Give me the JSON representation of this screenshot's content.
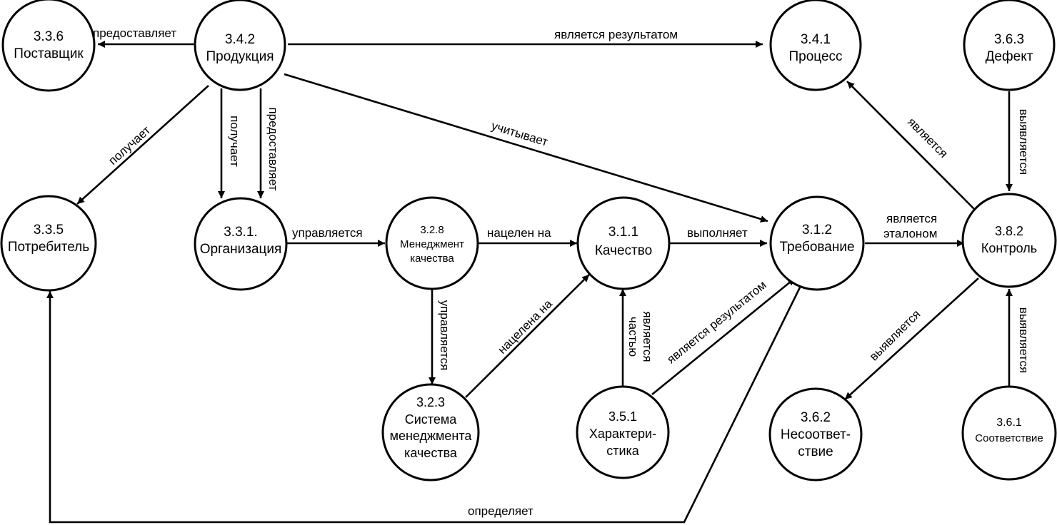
{
  "nodes": {
    "n336": {
      "id": "3.3.6",
      "name": "Поставщик"
    },
    "n342": {
      "id": "3.4.2",
      "name": "Продукция"
    },
    "n341": {
      "id": "3.4.1",
      "name": "Процесс"
    },
    "n363": {
      "id": "3.6.3",
      "name": "Дефект"
    },
    "n335": {
      "id": "3.3.5",
      "name": "Потребитель"
    },
    "n331": {
      "id": "3.3.1.",
      "name": "Организация"
    },
    "n328": {
      "id": "3.2.8",
      "name_line1": "Менеджмент",
      "name_line2": "качества"
    },
    "n311": {
      "id": "3.1.1",
      "name": "Качество"
    },
    "n312": {
      "id": "3.1.2",
      "name": "Требование"
    },
    "n382": {
      "id": "3.8.2",
      "name": "Контроль"
    },
    "n323": {
      "id": "3.2.3",
      "name_line1": "Система",
      "name_line2": "менеджмента",
      "name_line3": "качества"
    },
    "n351": {
      "id": "3.5.1",
      "name_line1": "Характери-",
      "name_line2": "стика"
    },
    "n362": {
      "id": "3.6.2",
      "name_line1": "Несоответ-",
      "name_line2": "ствие"
    },
    "n361": {
      "id": "3.6.1",
      "name": "Соответствие"
    }
  },
  "edges": {
    "e_342_336": "предоставляет",
    "e_342_341": "является результатом",
    "e_342_335": "получает",
    "e_342_331_a": "получает",
    "e_331_342": "предоставляет",
    "e_342_312": "учитывает",
    "e_382_341": "является",
    "e_363_382": "выявляется",
    "e_331_328": "управляется",
    "e_328_311": "нацелен на",
    "e_311_312": "выполняет",
    "e_312_382_l1": "является",
    "e_312_382_l2": "эталоном",
    "e_328_323": "управляется",
    "e_323_311": "нацелена на",
    "e_351_311_l1": "является",
    "e_351_311_l2": "частью",
    "e_351_312": "является результатом",
    "e_382_362": "выявляется",
    "e_361_382": "выявляется",
    "e_312_335": "определяет"
  }
}
